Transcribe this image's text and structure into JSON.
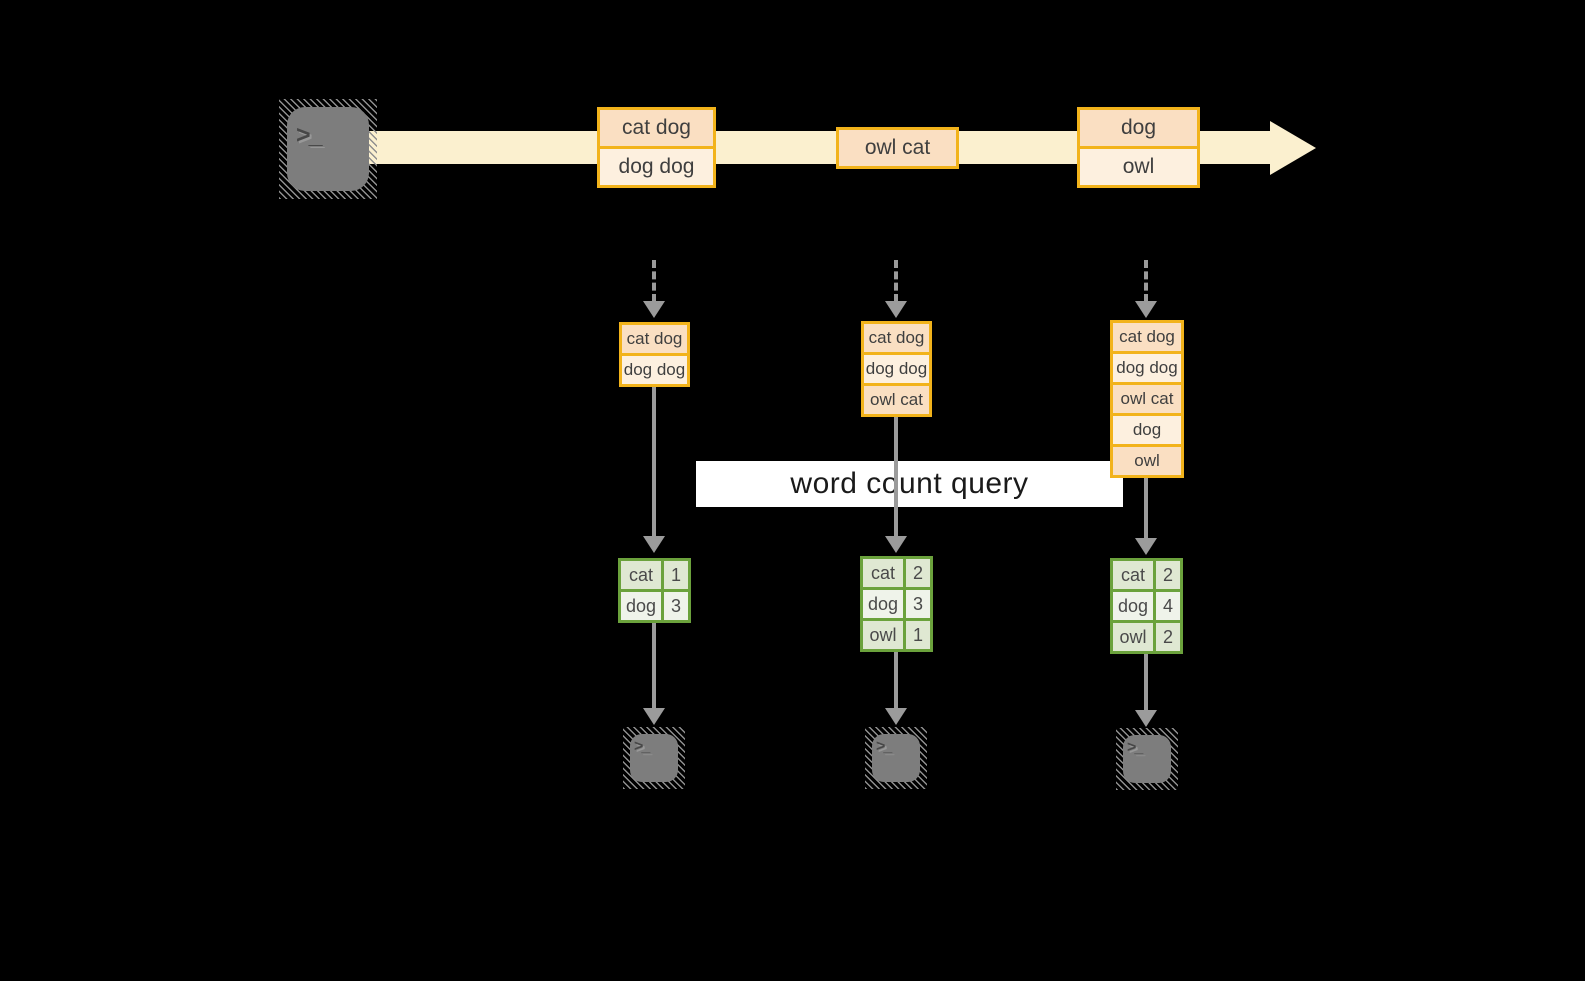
{
  "query_label": "word count query",
  "icons": {
    "source_terminal": "terminal-icon",
    "sink_terminals": [
      "terminal-icon",
      "terminal-icon",
      "terminal-icon"
    ],
    "glyph": ">_"
  },
  "stream_events": [
    {
      "rows": [
        "cat dog",
        "dog dog"
      ]
    },
    {
      "rows": [
        "owl cat"
      ]
    },
    {
      "rows": [
        "dog",
        "owl"
      ]
    }
  ],
  "pipelines": [
    {
      "queue": [
        "cat dog",
        "dog dog"
      ],
      "counts": [
        [
          "cat",
          "1"
        ],
        [
          "dog",
          "3"
        ]
      ]
    },
    {
      "queue": [
        "cat dog",
        "dog dog",
        "owl cat"
      ],
      "counts": [
        [
          "cat",
          "2"
        ],
        [
          "dog",
          "3"
        ],
        [
          "owl",
          "1"
        ]
      ]
    },
    {
      "queue": [
        "cat dog",
        "dog dog",
        "owl cat",
        "dog",
        "owl"
      ],
      "counts": [
        [
          "cat",
          "2"
        ],
        [
          "dog",
          "4"
        ],
        [
          "owl",
          "2"
        ]
      ]
    }
  ],
  "colors": {
    "background": "#000000",
    "stream_fill": "#FBF0CF",
    "event_border": "#F2B31B",
    "event_fill_dark": "#FADFC2",
    "event_fill_light": "#FDF0DF",
    "table_border": "#6BA23C",
    "table_fill_dark": "#DFE8D2",
    "table_fill_light": "#EFF3EA",
    "arrow_gray": "#9B9B9B",
    "terminal_gray": "#7D7D7D",
    "label_bg": "#FFFFFF",
    "label_text": "#1A1A1A",
    "box_text": "#3F3F3F"
  }
}
